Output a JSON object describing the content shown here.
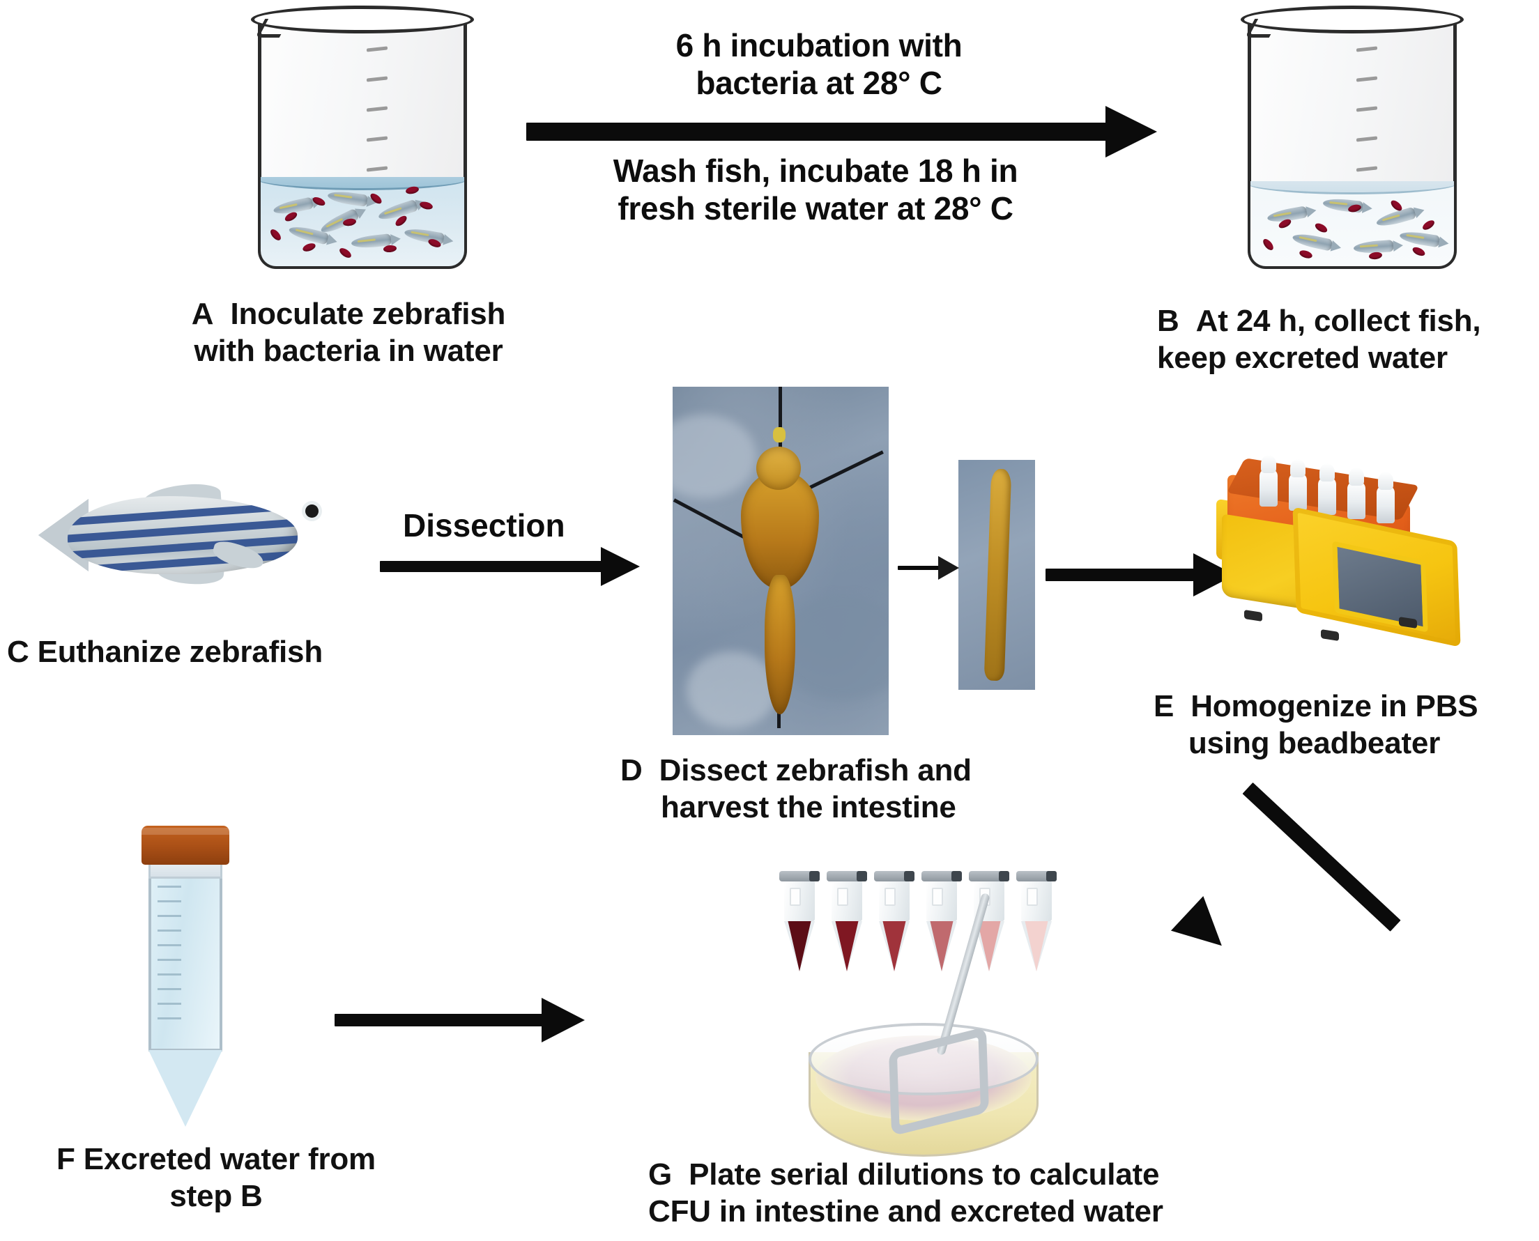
{
  "figure": {
    "title": "Zebrafish bacterial colonization and excretion workflow",
    "type": "experimental-workflow-diagram"
  },
  "arrow_labels": {
    "top_above_line_1": "6 h incubation with",
    "top_above_line_2": "bacteria at 28° C",
    "top_below_line_1": "Wash fish, incubate 18 h in",
    "top_below_line_2": "fresh sterile water at 28° C",
    "dissection": "Dissection"
  },
  "steps": [
    {
      "id": "A",
      "label": "A",
      "line1": "Inoculate zebrafish",
      "line2": "with bacteria in water",
      "visual": "beaker-with-fish-and-bacteria"
    },
    {
      "id": "B",
      "label": "B",
      "line1": "At 24 h, collect fish,",
      "line2": "keep excreted water",
      "visual": "beaker-with-fish-clear-water"
    },
    {
      "id": "C",
      "label": "C",
      "line1": "Euthanize zebrafish",
      "line2": "",
      "visual": "zebrafish-illustration"
    },
    {
      "id": "D",
      "label": "D",
      "line1": "Dissect zebrafish and",
      "line2": "harvest the intestine",
      "visual": "dissection-photograph"
    },
    {
      "id": "E",
      "label": "E",
      "line1": "Homogenize in PBS",
      "line2": "using beadbeater",
      "visual": "beadbeater-instrument"
    },
    {
      "id": "F",
      "label": "F",
      "line1": "Excreted water from",
      "line2": "step B",
      "visual": "conical-tube"
    },
    {
      "id": "G",
      "label": "G",
      "line1": "Plate serial dilutions to calculate",
      "line2": "CFU in intestine and excreted water",
      "visual": "serial-dilution-tubes-and-agar-plate"
    }
  ],
  "colors": {
    "text": "#111111",
    "arrow": "#0b0b0b",
    "water_with_bacteria": "#cfe4ef",
    "water_clear": "#f2f7fa",
    "bacteria": "#8c0b28",
    "fish_body": "#b9c4ca",
    "zebrafish_stripe": "#2e4e8f",
    "beadbeater_orange": "#e4601b",
    "beadbeater_yellow": "#f6c511",
    "beadbeater_screen": "#5a6878",
    "conical_cap": "#a94f16",
    "conical_liquid": "#dff0f7",
    "agar": "#efe6b2",
    "colony_lawn": "#dcc2ca",
    "dissection_photo_bg": "#7f93aa",
    "intestine": "#c08f25"
  },
  "dilution_series": {
    "count": 6,
    "fill_colors": [
      "#5c0d16",
      "#7f1722",
      "#a0333b",
      "#c06a6e",
      "#e3a7a6",
      "#f3d2cf"
    ]
  },
  "beadbeater": {
    "tube_count": 5
  }
}
